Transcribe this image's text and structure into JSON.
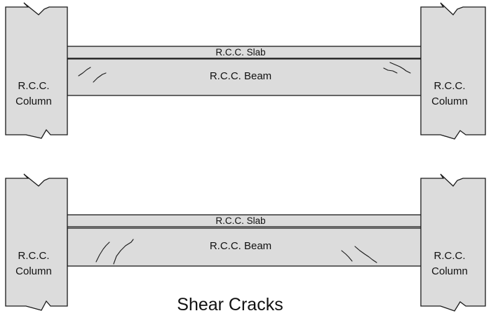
{
  "diagram": {
    "panels": [
      {
        "id": "top",
        "slab_label": "R.C.C. Slab",
        "beam_label": "R.C.C. Beam",
        "left_column_label": [
          "R.C.C.",
          "Column"
        ],
        "right_column_label": [
          "R.C.C.",
          "Column"
        ]
      },
      {
        "id": "bottom",
        "slab_label": "R.C.C. Slab",
        "beam_label": "R.C.C. Beam",
        "left_column_label": [
          "R.C.C.",
          "Column"
        ],
        "right_column_label": [
          "R.C.C.",
          "Column"
        ]
      }
    ],
    "caption": "Shear Cracks"
  },
  "colors": {
    "fill": "#dcdcdc",
    "stroke": "#1a1a1a",
    "text": "#111111",
    "background": "#ffffff"
  }
}
